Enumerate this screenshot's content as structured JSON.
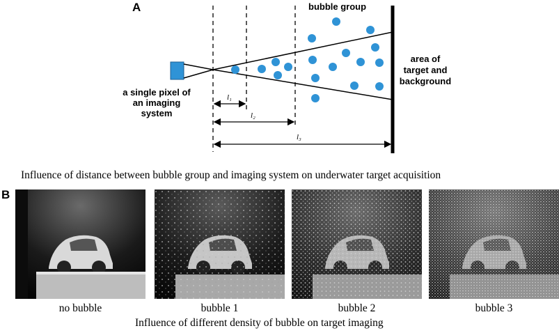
{
  "panel_a": {
    "label": "A",
    "bubble_group_label": "bubble group",
    "pixel_label": [
      "a single pixel of",
      "an imaging",
      "system"
    ],
    "target_label": [
      "area of",
      "target and",
      "background"
    ],
    "distances": [
      "l₁",
      "l₂",
      "l₃"
    ],
    "caption": "Influence of distance between bubble group and imaging system on underwater target acquisition"
  },
  "panel_b": {
    "label": "B",
    "images": [
      {
        "label": "no bubble",
        "bubble_density": 0
      },
      {
        "label": "bubble 1",
        "bubble_density": 1
      },
      {
        "label": "bubble 2",
        "bubble_density": 2
      },
      {
        "label": "bubble 3",
        "bubble_density": 3
      }
    ],
    "caption": "Influence of different density of bubble on target imaging"
  },
  "colors": {
    "bubble": "#2f93d6",
    "pixel_box": "#2f93d6",
    "line": "#000000"
  }
}
